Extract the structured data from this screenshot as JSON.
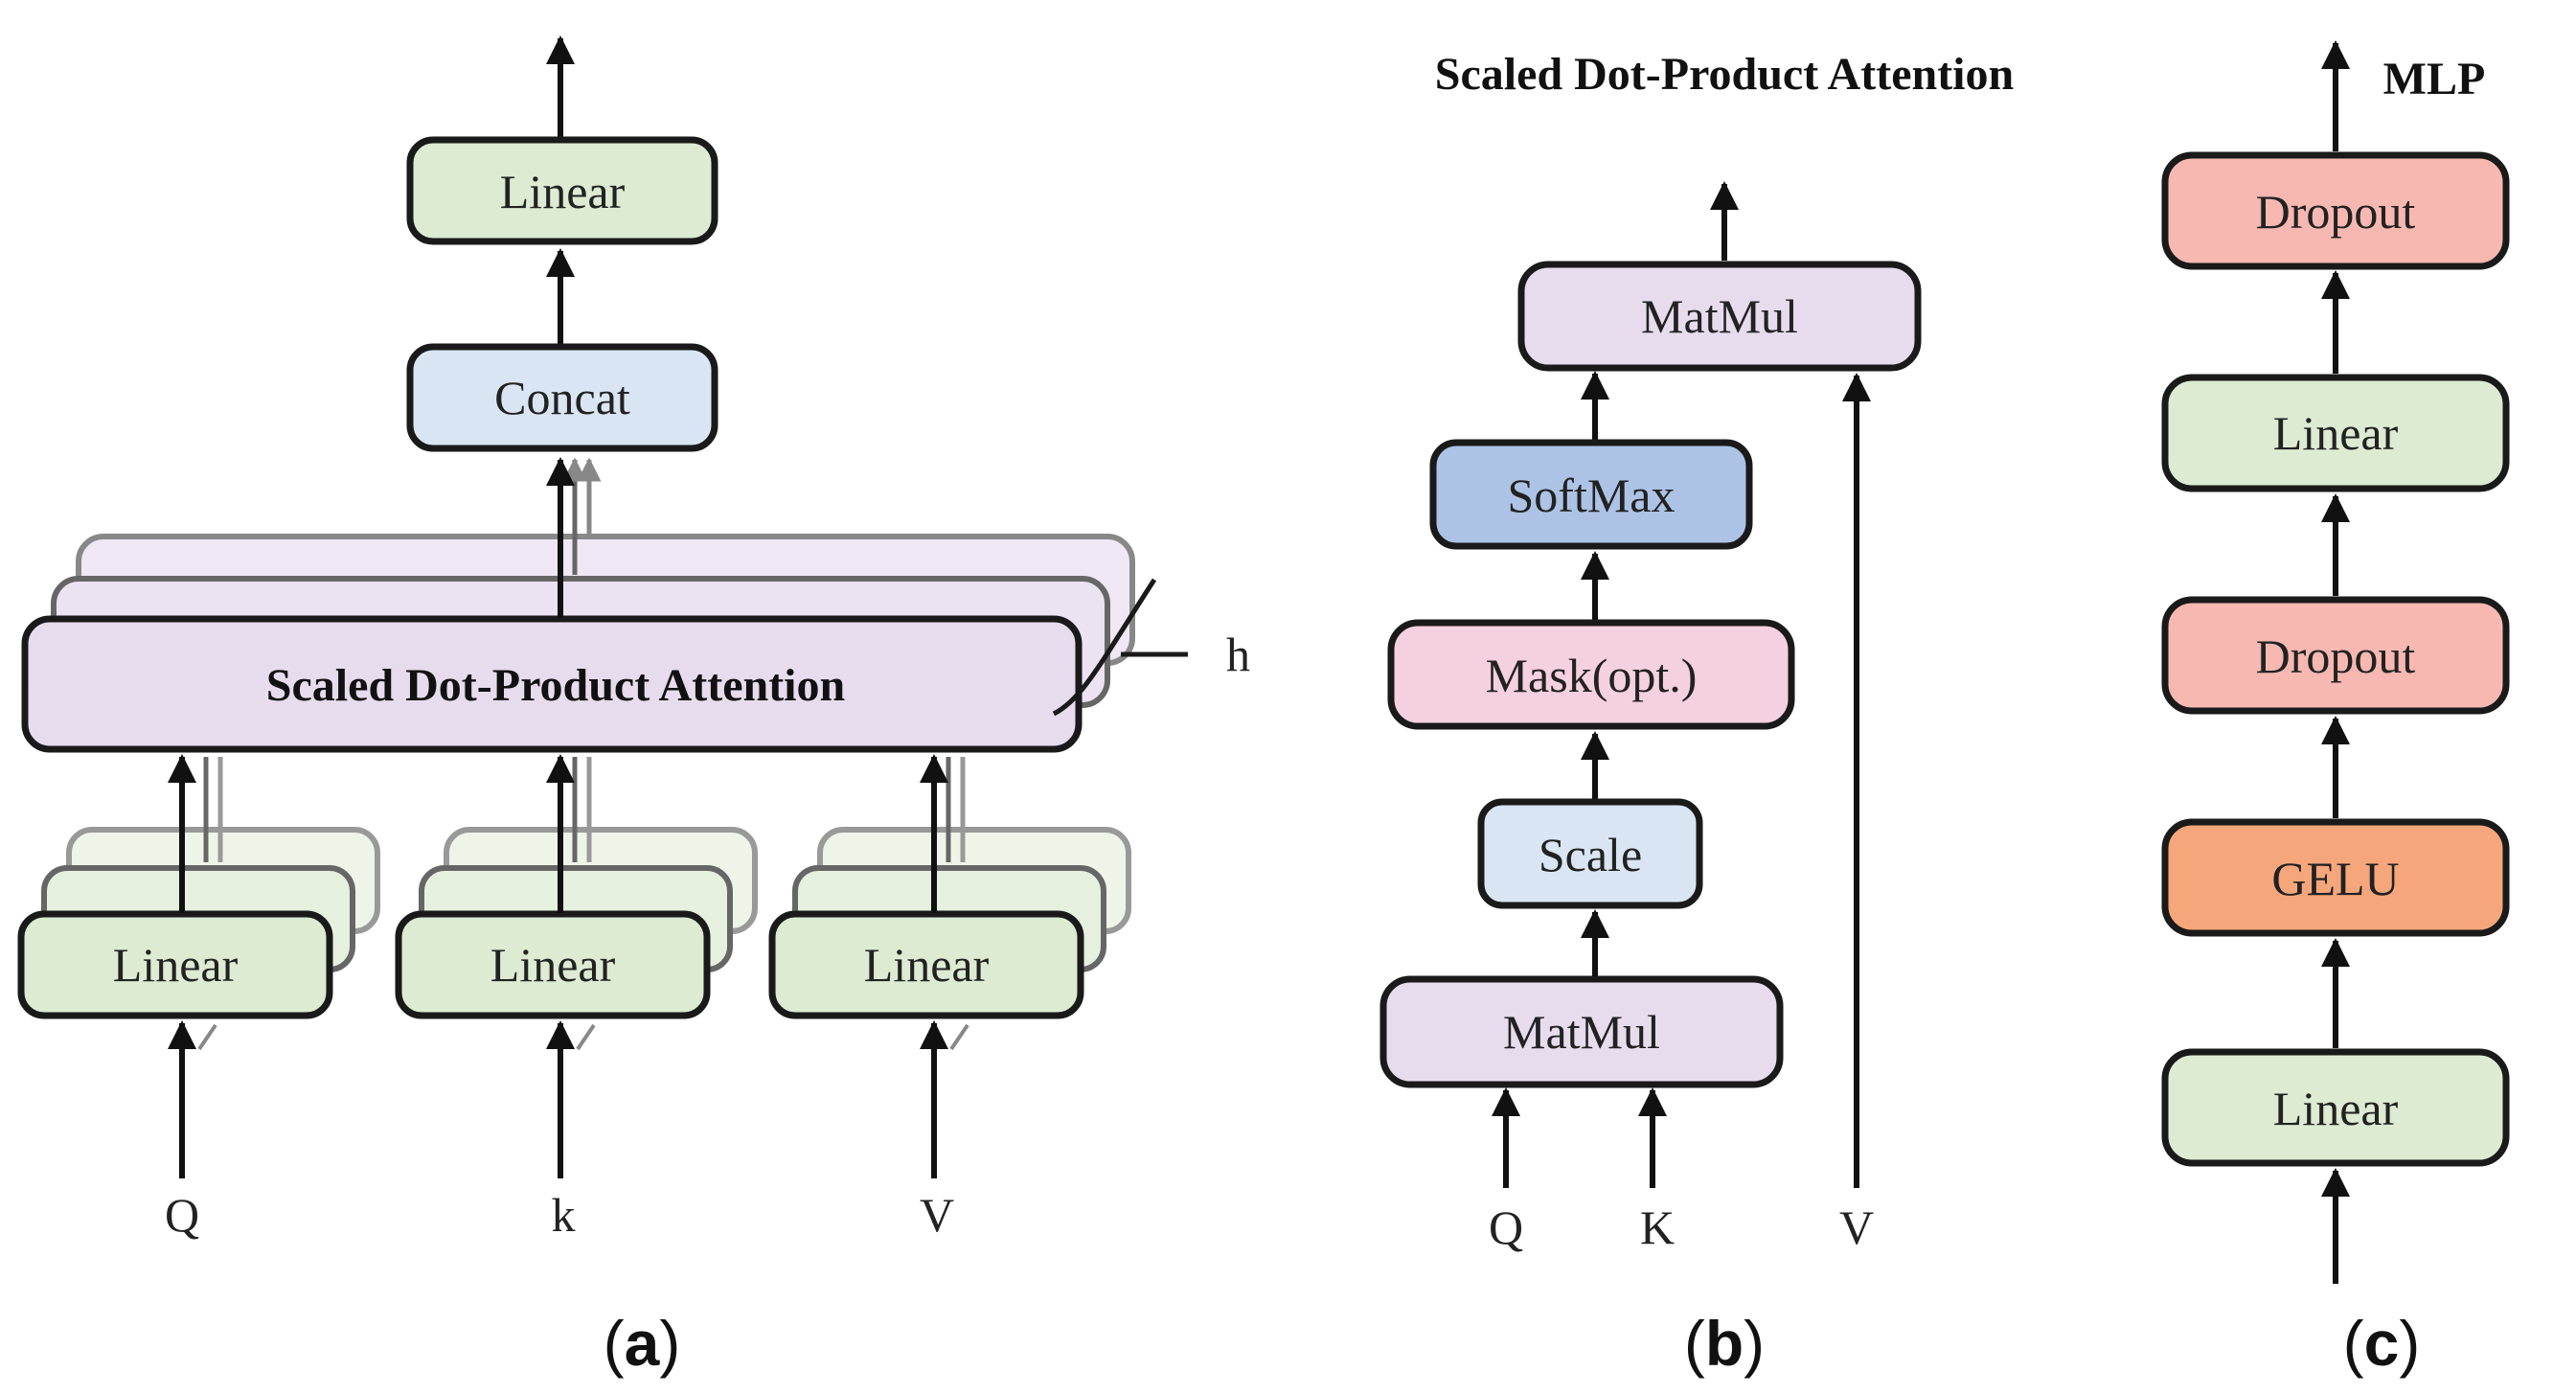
{
  "colors": {
    "green": "#dcebd2",
    "lavender": "#e6dcee",
    "light_blue": "#dae5f3",
    "blue": "#adc3e6",
    "pink": "#f5d0e0",
    "salmon": "#f7b8b1",
    "orange": "#f5a77b",
    "stroke": "#1a1a1a"
  },
  "panel_a": {
    "caption": "a",
    "top_linear": "Linear",
    "concat": "Concat",
    "attention": "Scaled Dot-Product Attention",
    "heads_label": "h",
    "linear_q": "Linear",
    "linear_k": "Linear",
    "linear_v": "Linear",
    "input_q": "Q",
    "input_k": "k",
    "input_v": "V"
  },
  "panel_b": {
    "title": "Scaled Dot-Product Attention",
    "caption": "b",
    "matmul_top": "MatMul",
    "softmax": "SoftMax",
    "mask": "Mask(opt.)",
    "scale": "Scale",
    "matmul_bottom": "MatMul",
    "input_q": "Q",
    "input_k": "K",
    "input_v": "V"
  },
  "panel_c": {
    "title": "MLP",
    "caption": "c",
    "dropout_top": "Dropout",
    "linear_top": "Linear",
    "dropout_mid": "Dropout",
    "gelu": "GELU",
    "linear_bottom": "Linear"
  }
}
